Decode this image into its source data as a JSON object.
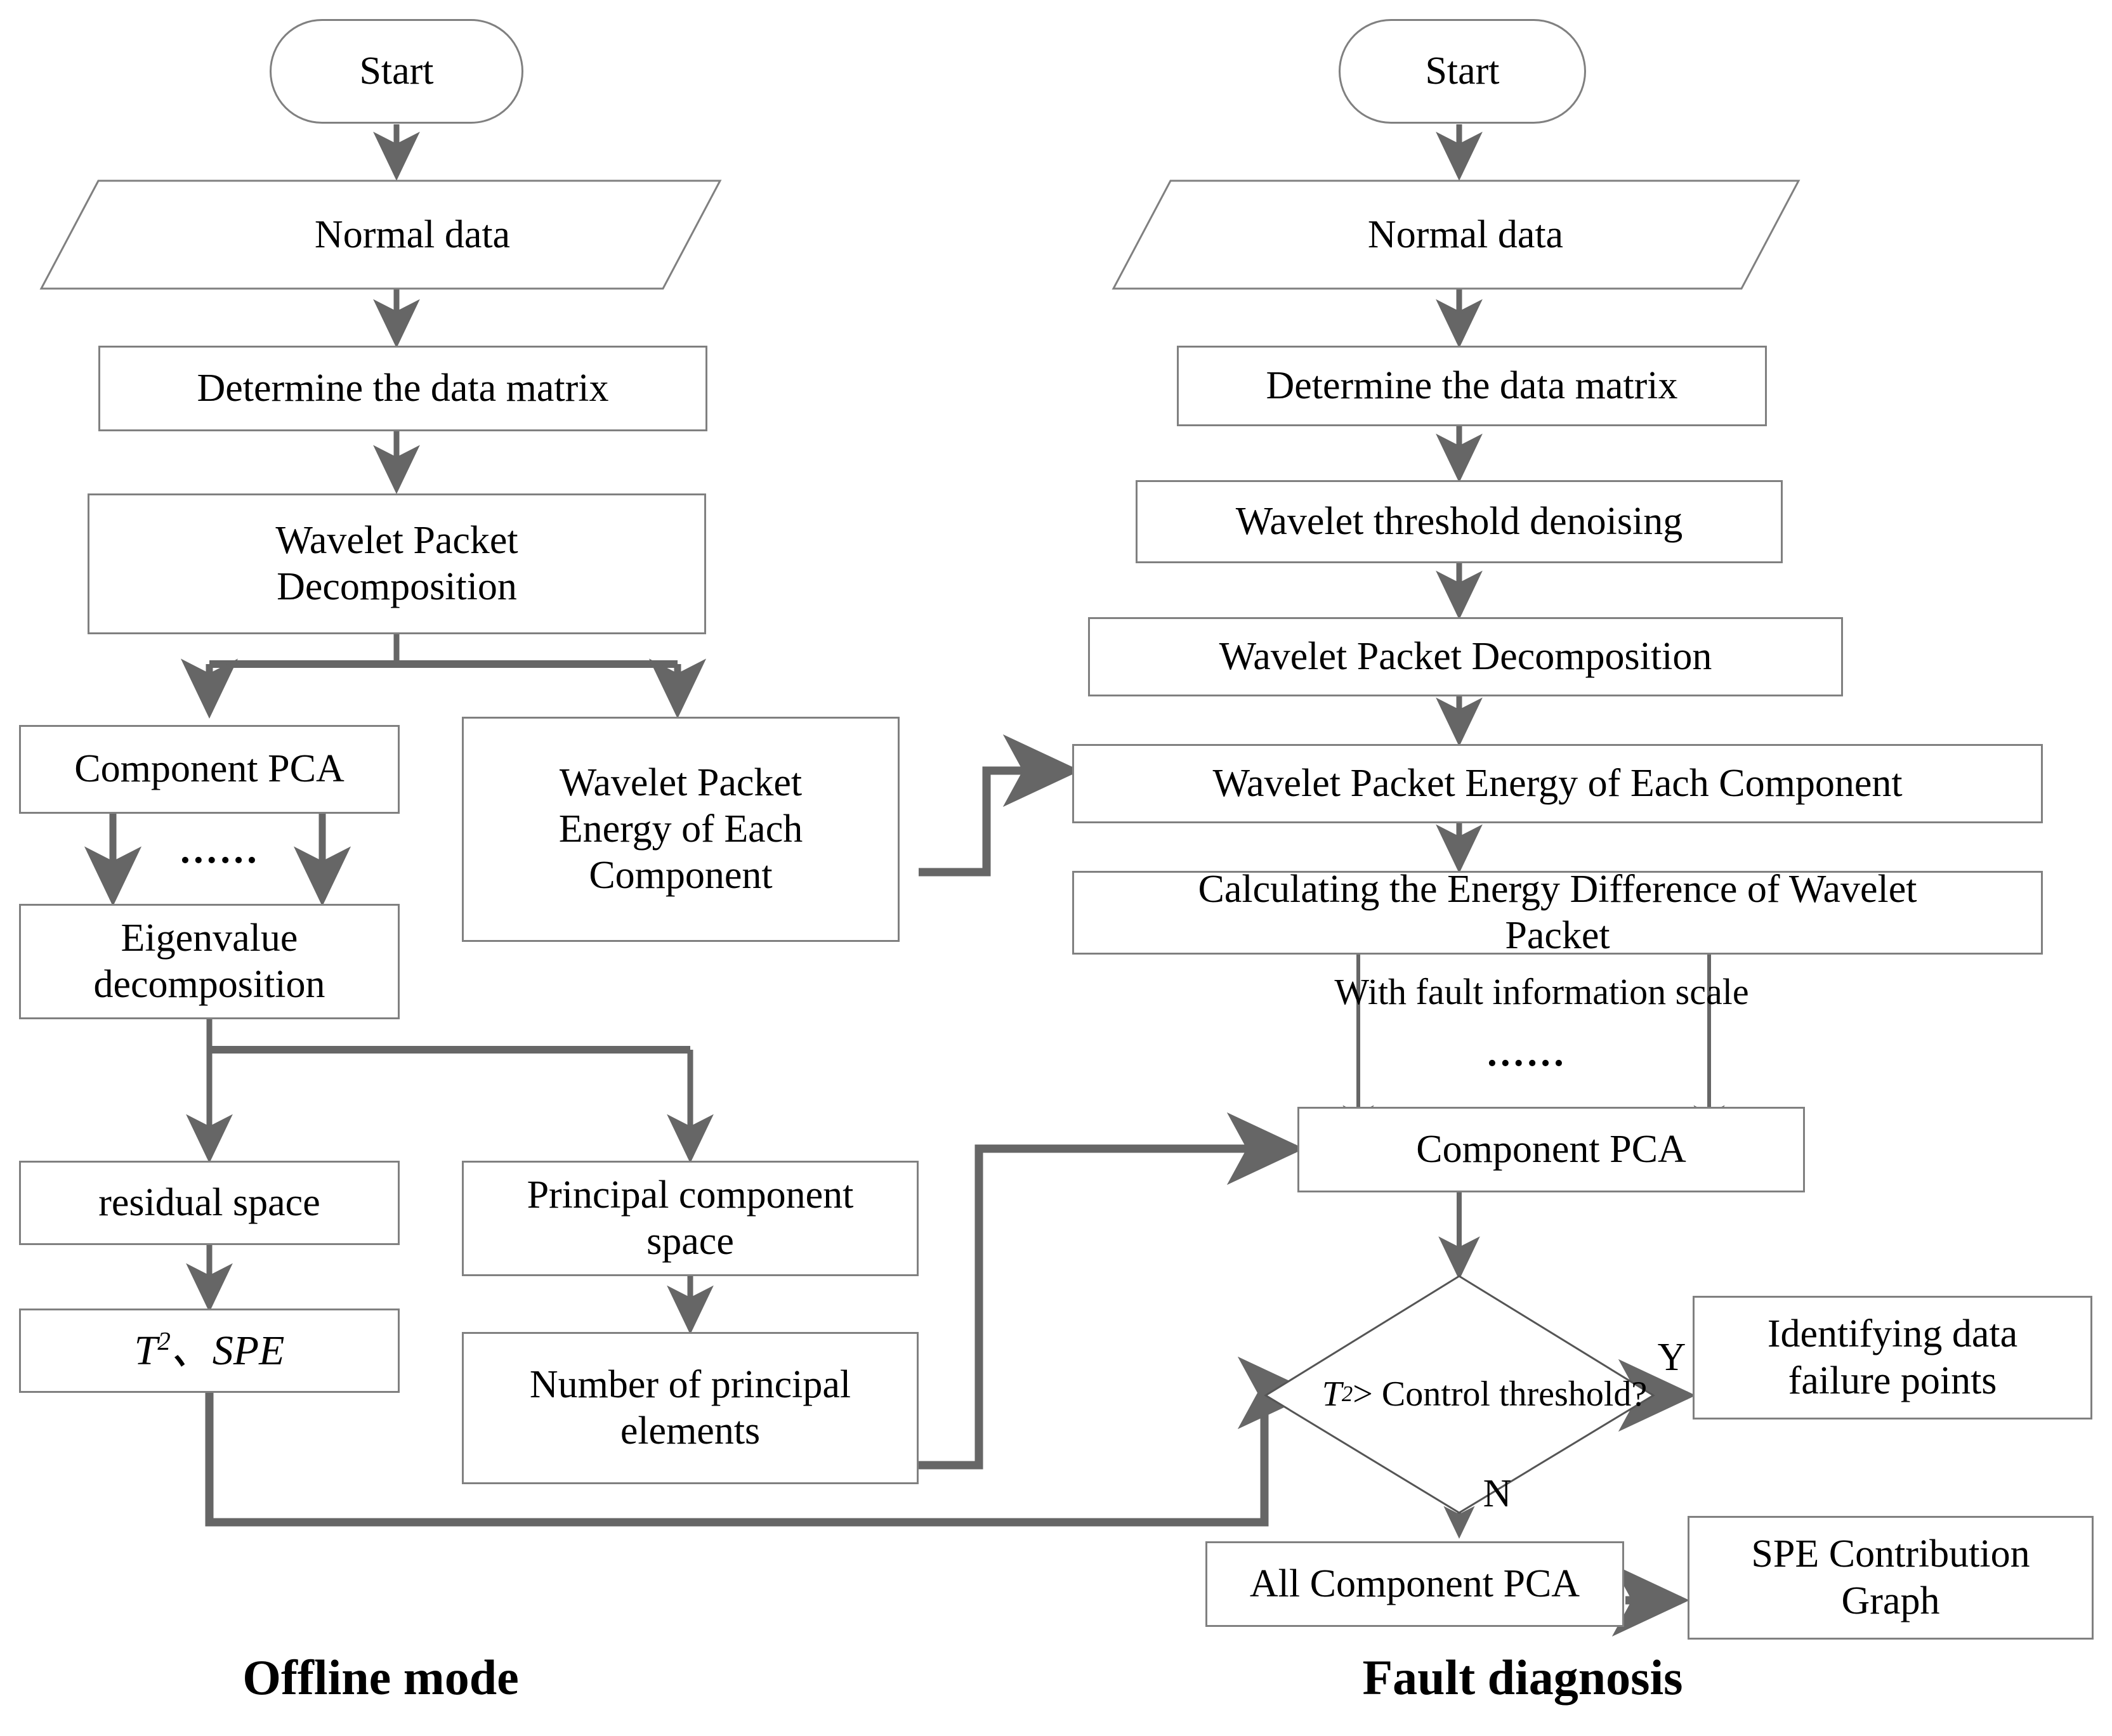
{
  "diagram": {
    "title_left": "Offline mode",
    "title_right": "Fault diagnosis",
    "ellipsis": "……",
    "colors": {
      "box_border": "#808080",
      "connector": "#666666",
      "thin_connector": "#555555",
      "text": "#000000",
      "background": "#ffffff"
    }
  },
  "left_flow": {
    "start": "Start",
    "normal_data": "Normal data",
    "determine_matrix": "Determine the data matrix",
    "wavelet_packet_decomposition": "Wavelet Packet\nDecomposition",
    "wpd_line1": "Wavelet Packet",
    "wpd_line2": "Decomposition",
    "component_pca": "Component PCA",
    "ellipsis_pca": "……",
    "eigenvalue_line1": "Eigenvalue",
    "eigenvalue_line2": "decomposition",
    "wp_energy_line1": "Wavelet Packet",
    "wp_energy_line2": "Energy of Each",
    "wp_energy_line3": "Component",
    "residual_space": "residual space",
    "t2_spe_prefix": "T",
    "t2_spe_sup": "2",
    "t2_spe_suffix": "、SPE",
    "principal_space_line1": "Principal component",
    "principal_space_line2": "space",
    "num_principal_line1": "Number of principal",
    "num_principal_line2": "elements"
  },
  "right_flow": {
    "start": "Start",
    "normal_data": "Normal data",
    "determine_matrix": "Determine the data matrix",
    "wavelet_threshold_denoising": "Wavelet threshold denoising",
    "wavelet_packet_decomposition": "Wavelet Packet Decomposition",
    "wp_energy_each_component": "Wavelet Packet Energy of Each Component",
    "energy_diff_line1": "Calculating the Energy Difference of Wavelet",
    "energy_diff_line2": "Packet",
    "fault_info_scale": "With fault information scale",
    "ellipsis_scale": "……",
    "component_pca": "Component PCA",
    "decision_prefix": "T",
    "decision_sup": "2",
    "decision_suffix": " > Control threshold?",
    "branch_yes": "Y",
    "branch_no": "N",
    "identify_line1": "Identifying data",
    "identify_line2": "failure points",
    "all_component_pca": "All Component PCA",
    "spe_contrib_line1": "SPE Contribution",
    "spe_contrib_line2": "Graph"
  }
}
